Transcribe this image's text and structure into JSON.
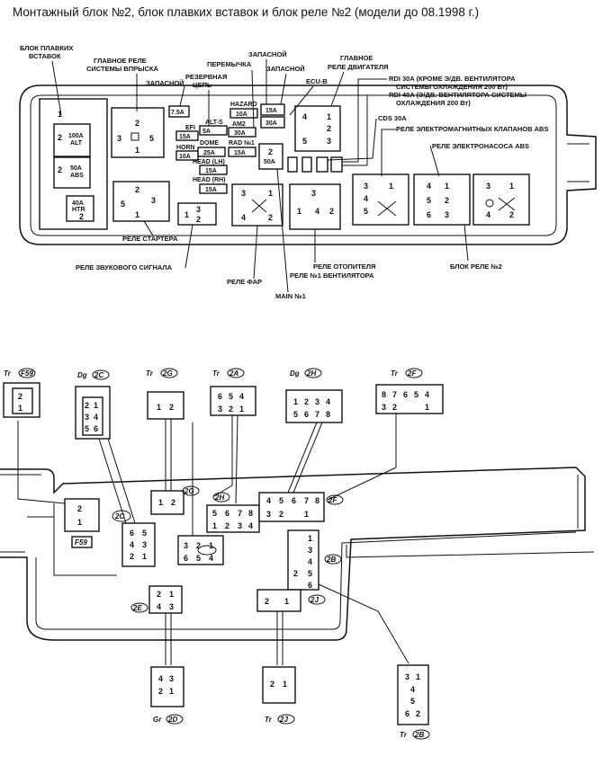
{
  "title": "Монтажный блок №2, блок плавких вставок и блок реле №2 (модели до 08.1998 г.)",
  "top_labels": {
    "fusible_block": [
      "БЛОК ПЛАВКИХ",
      "ВСТАВОК"
    ],
    "efi_main_relay": [
      "ГЛАВНОЕ РЕЛЕ",
      "СИСТЕМЫ ВПРЫСКА"
    ],
    "spare_1": "ЗАПАСНОЙ",
    "spare_circuit": [
      "РЕЗЕРВНАЯ",
      "ЦЕПЬ"
    ],
    "jumper": [
      "ЗАПАСНОЙ",
      "ПЕРЕМЫЧКА"
    ],
    "spare_2": "ЗАПАСНОЙ",
    "ecu_b": "ECU-B",
    "engine_main_relay": [
      "ГЛАВНОЕ",
      "РЕЛЕ ДВИГАТЕЛЯ"
    ],
    "rdi30": "RDI 30A (КРОМЕ Э/ДВ. ВЕНТИЛЯТОРА",
    "rdi30_2": "СИСТЕМЫ ОХЛАЖДЕНИЯ 200 Вт)",
    "rdi40": "RDI 40A (Э/ДВ. ВЕНТИЛЯТОРА СИСТЕМЫ",
    "rdi40_2": "ОХЛАЖДЕНИЯ 200 Вт)",
    "cds": "CDS 30A",
    "abs_solenoid_relay": "РЕЛЕ ЭЛЕКТРОМАГНИТНЫХ КЛАПАНОВ ABS",
    "abs_pump_relay": "РЕЛЕ ЭЛЕКТРОНАСОСА ABS",
    "starter_relay": "РЕЛЕ СТАРТЕРА",
    "horn_relay": "РЕЛЕ ЗВУКОВОГО СИГНАЛА",
    "headlight_relay": "РЕЛЕ ФАР",
    "fan_relay": "РЕЛЕ №1 ВЕНТИЛЯТОРА",
    "heater_relay": "РЕЛЕ ОТОПИТЕЛЯ",
    "relay_block_2": "БЛОК РЕЛЕ №2",
    "main1": "MAIN №1"
  },
  "fuses": {
    "f100a": [
      "100A",
      "ALT"
    ],
    "f50a": [
      "50A",
      "ABS"
    ],
    "f40a": [
      "40A",
      "HTR"
    ],
    "f75a": "7.5A",
    "efi": "EFI",
    "efi_val": "15A",
    "alts": "ALT-S",
    "alts_val": "5A",
    "horn": "HORN",
    "horn_val": "10A",
    "hazard": "HAZARD",
    "hazard_val": "10A",
    "am2": "AM2",
    "am2_val": "30A",
    "dome": "DOME",
    "dome_val": "25A",
    "rad1": "RAD №1",
    "rad1_val": "15A",
    "head_lh": "HEAD (LH)",
    "head_lh_val": "15A",
    "head_rh": "HEAD (RH)",
    "head_rh_val": "15A",
    "f15a": "15A",
    "f30a": "30A",
    "f50a_small": "50A"
  },
  "connectors": {
    "tr": "Tr",
    "dg": "Dg",
    "gr": "Gr",
    "f59": "F59",
    "c2": "2C",
    "g2": "2G",
    "a2": "2A",
    "h2": "2H",
    "f2": "2F",
    "e2": "2E",
    "d2": "2D",
    "j2": "2J",
    "b2": "2B"
  },
  "pins": {
    "n1": "1",
    "n2": "2",
    "n3": "3",
    "n4": "4",
    "n5": "5",
    "n6": "6",
    "n7": "7",
    "n8": "8"
  }
}
